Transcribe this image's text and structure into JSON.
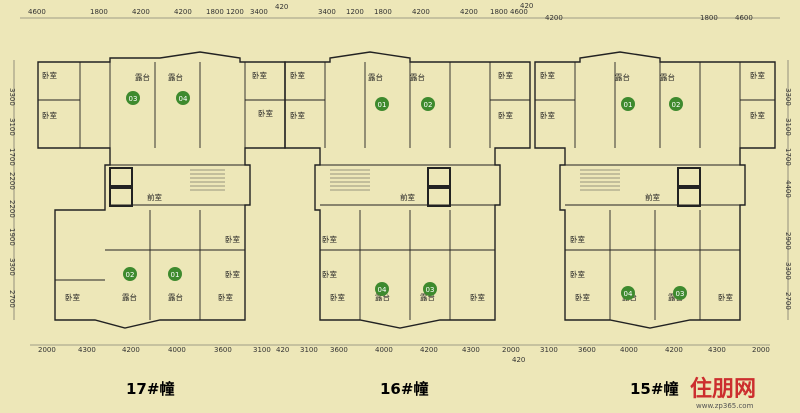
{
  "dims_top": [
    "4600",
    "1800",
    "4200",
    "4200",
    "1800",
    "1200",
    "3400",
    "420",
    "3400",
    "1200",
    "1800",
    "4200",
    "4200",
    "1800",
    "4600"
  ],
  "dims_top_mid": "420",
  "dims_top_right": [
    "4200",
    "1800",
    "4600"
  ],
  "dims_bottom": [
    "2000",
    "4300",
    "4200",
    "4000",
    "3600",
    "3100",
    "420",
    "3100",
    "3600",
    "4000",
    "4200",
    "4300",
    "2000"
  ],
  "dims_bottom_mid": "420",
  "dims_left": [
    "3300",
    "3100",
    "1700",
    "2200",
    "2200",
    "1900",
    "3300",
    "2700"
  ],
  "dims_right": [
    "3300",
    "3100",
    "1700",
    "4400",
    "2900",
    "3300",
    "2700"
  ],
  "rooms": {
    "bedroom": "卧室",
    "terrace": "露台",
    "front_room": "前室"
  },
  "unit_numbers": [
    "03",
    "04",
    "01",
    "02",
    "01",
    "02",
    "02",
    "01",
    "04",
    "03",
    "04",
    "03"
  ],
  "buildings": {
    "b17": "17#幢",
    "b16": "16#幢",
    "b15": "15#幢"
  },
  "watermark": {
    "brand": "住朋网",
    "url": "www.zp365.com"
  },
  "colors": {
    "paper": "#ede7b8",
    "wall": "#222222",
    "unit_badge": "#3e8a2e"
  }
}
